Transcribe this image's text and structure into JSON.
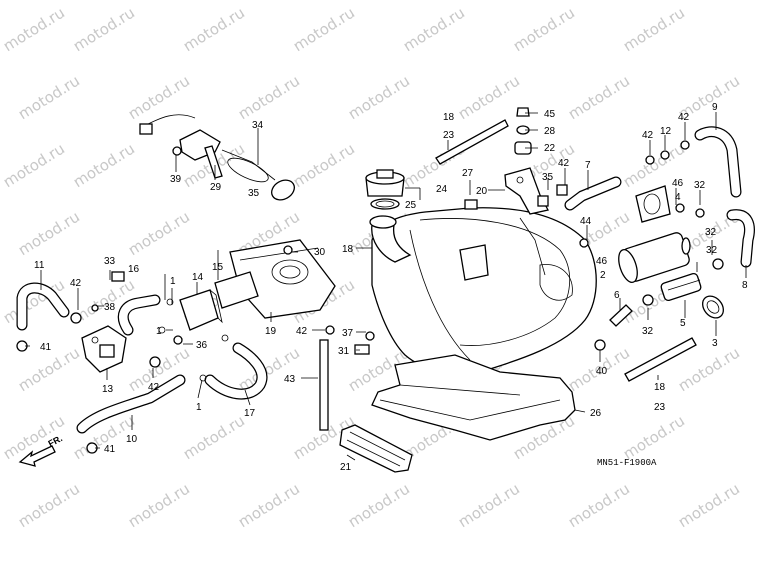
{
  "watermark": "motod.ru",
  "diagram_code": "MN51-F1900A",
  "front_label": "FR.",
  "callouts": [
    {
      "id": "c34",
      "text": "34"
    },
    {
      "id": "c39",
      "text": "39"
    },
    {
      "id": "c29",
      "text": "29"
    },
    {
      "id": "c35a",
      "text": "35"
    },
    {
      "id": "c18a",
      "text": "18"
    },
    {
      "id": "c23a",
      "text": "23"
    },
    {
      "id": "c45",
      "text": "45"
    },
    {
      "id": "c28",
      "text": "28"
    },
    {
      "id": "c22",
      "text": "22"
    },
    {
      "id": "c24",
      "text": "24"
    },
    {
      "id": "c25",
      "text": "25"
    },
    {
      "id": "c27",
      "text": "27"
    },
    {
      "id": "c20",
      "text": "20"
    },
    {
      "id": "c42a",
      "text": "42"
    },
    {
      "id": "c7",
      "text": "7"
    },
    {
      "id": "c35b",
      "text": "35"
    },
    {
      "id": "c42b",
      "text": "42"
    },
    {
      "id": "c12",
      "text": "12"
    },
    {
      "id": "c42c",
      "text": "42"
    },
    {
      "id": "c9",
      "text": "9"
    },
    {
      "id": "c46a",
      "text": "46"
    },
    {
      "id": "c4",
      "text": "4"
    },
    {
      "id": "c32a",
      "text": "32"
    },
    {
      "id": "c32b",
      "text": "32"
    },
    {
      "id": "c44",
      "text": "44"
    },
    {
      "id": "c46b",
      "text": "46"
    },
    {
      "id": "c2",
      "text": "2"
    },
    {
      "id": "c32c",
      "text": "32"
    },
    {
      "id": "c8",
      "text": "8"
    },
    {
      "id": "c11",
      "text": "11"
    },
    {
      "id": "c33",
      "text": "33"
    },
    {
      "id": "c16",
      "text": "16"
    },
    {
      "id": "c42d",
      "text": "42"
    },
    {
      "id": "c38",
      "text": "38"
    },
    {
      "id": "c41a",
      "text": "41"
    },
    {
      "id": "c14",
      "text": "14"
    },
    {
      "id": "c1a",
      "text": "1"
    },
    {
      "id": "c15",
      "text": "15"
    },
    {
      "id": "c30",
      "text": "30"
    },
    {
      "id": "c18b",
      "text": "18"
    },
    {
      "id": "c1b",
      "text": "1"
    },
    {
      "id": "c36",
      "text": "36"
    },
    {
      "id": "c19",
      "text": "19"
    },
    {
      "id": "c42e",
      "text": "42"
    },
    {
      "id": "c37",
      "text": "37"
    },
    {
      "id": "c31",
      "text": "31"
    },
    {
      "id": "c13",
      "text": "13"
    },
    {
      "id": "c42f",
      "text": "42"
    },
    {
      "id": "c1c",
      "text": "1"
    },
    {
      "id": "c17",
      "text": "17"
    },
    {
      "id": "c43",
      "text": "43"
    },
    {
      "id": "c10",
      "text": "10"
    },
    {
      "id": "c41b",
      "text": "41"
    },
    {
      "id": "c21",
      "text": "21"
    },
    {
      "id": "c26",
      "text": "26"
    },
    {
      "id": "c6",
      "text": "6"
    },
    {
      "id": "c32d",
      "text": "32"
    },
    {
      "id": "c5",
      "text": "5"
    },
    {
      "id": "c3",
      "text": "3"
    },
    {
      "id": "c40",
      "text": "40"
    },
    {
      "id": "c18c",
      "text": "18"
    },
    {
      "id": "c23b",
      "text": "23"
    }
  ]
}
